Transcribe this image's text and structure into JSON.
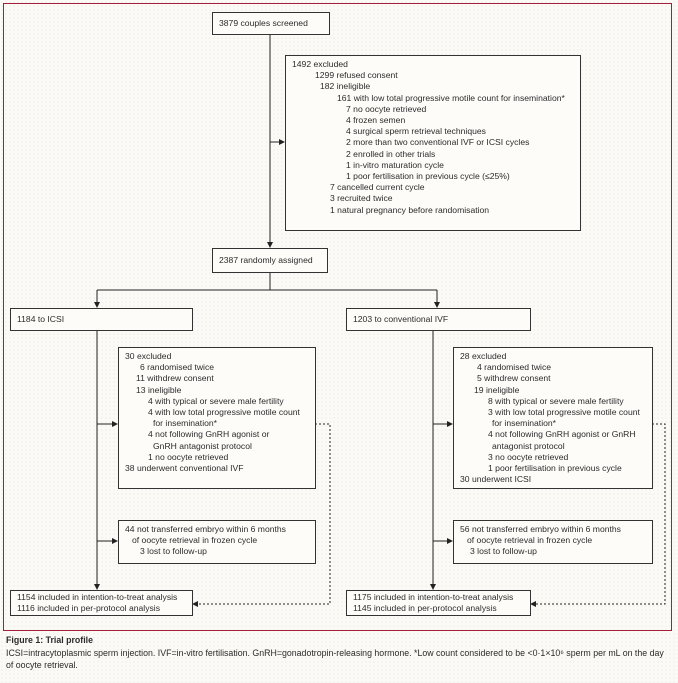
{
  "screened": "3879 couples screened",
  "excluded_top": [
    {
      "t": "1492 excluded",
      "l": 0
    },
    {
      "t": "1299 refused consent",
      "l": 1
    },
    {
      "t": "182 ineligible",
      "l": 2
    },
    {
      "t": "161 with low total progressive motile count for insemination*",
      "l": 3
    },
    {
      "t": "7 no oocyte retrieved",
      "l": 4
    },
    {
      "t": "4 frozen semen",
      "l": 4
    },
    {
      "t": "4 surgical sperm retrieval techniques",
      "l": 4
    },
    {
      "t": "2 more than two conventional IVF or ICSI cycles",
      "l": 4
    },
    {
      "t": "2 enrolled in other trials",
      "l": 4
    },
    {
      "t": "1 in-vitro maturation cycle",
      "l": 4
    },
    {
      "t": "1 poor fertilisation in previous cycle (≤25%)",
      "l": 4
    },
    {
      "t": "7 cancelled current cycle",
      "l": 5
    },
    {
      "t": "3 recruited twice",
      "l": 5
    },
    {
      "t": "1 natural pregnancy before randomisation",
      "l": 5
    }
  ],
  "randomised": "2387 randomly assigned",
  "arms": [
    {
      "group": "1184 to ICSI",
      "excluded": [
        {
          "t": "30 excluded",
          "l": 0
        },
        {
          "t": "6 randomised twice",
          "l": 1
        },
        {
          "t": "11 withdrew consent",
          "l": 2
        },
        {
          "t": "13 ineligible",
          "l": 2
        },
        {
          "t": "4 with typical or severe male fertility",
          "l": 3
        },
        {
          "t": "4 with low total progressive motile count",
          "l": 3
        },
        {
          "t": "for insemination*",
          "l": 4
        },
        {
          "t": "4 not following GnRH agonist or",
          "l": 3
        },
        {
          "t": "GnRH antagonist protocol",
          "l": 4
        },
        {
          "t": "1 no oocyte retrieved",
          "l": 3
        },
        {
          "t": "38 underwent conventional IVF",
          "l": 0
        }
      ],
      "not_transferred": [
        {
          "t": "44 not transferred embryo within 6 months",
          "l": 0
        },
        {
          "t": "of oocyte retrieval in frozen cycle",
          "l": 1
        },
        {
          "t": "3 lost to follow-up",
          "l": 2
        }
      ],
      "analysis": [
        "1154 included in intention-to-treat analysis",
        "1116 included in per-protocol analysis"
      ]
    },
    {
      "group": "1203 to conventional IVF",
      "excluded": [
        {
          "t": "28 excluded",
          "l": 0
        },
        {
          "t": "4 randomised twice",
          "l": 1
        },
        {
          "t": "5 withdrew consent",
          "l": 1
        },
        {
          "t": "19 ineligible",
          "l": 2
        },
        {
          "t": "8 with typical or severe male fertility",
          "l": 3
        },
        {
          "t": "3 with low total progressive motile count",
          "l": 3
        },
        {
          "t": "for insemination*",
          "l": 4
        },
        {
          "t": "4 not following GnRH agonist or GnRH",
          "l": 3
        },
        {
          "t": "antagonist protocol",
          "l": 4
        },
        {
          "t": "3 no oocyte retrieved",
          "l": 3
        },
        {
          "t": "1 poor fertilisation in previous cycle",
          "l": 3
        },
        {
          "t": "30 underwent ICSI",
          "l": 0
        }
      ],
      "not_transferred": [
        {
          "t": "56 not transferred embryo within 6 months",
          "l": 0
        },
        {
          "t": "of oocyte retrieval in frozen cycle",
          "l": 1
        },
        {
          "t": "3 lost to follow-up",
          "l": 2
        }
      ],
      "analysis": [
        "1175 included in intention-to-treat analysis",
        "1145 included in per-protocol analysis"
      ]
    }
  ],
  "caption": {
    "title": "Figure 1: Trial profile",
    "text": "ICSI=intracytoplasmic sperm injection. IVF=in-vitro fertilisation. GnRH=gonadotropin-releasing hormone. *Low count considered to be <0·1×10⁶ sperm per mL on the day of oocyte retrieval."
  },
  "colors": {
    "frame": "#a3203a",
    "line": "#333333"
  }
}
